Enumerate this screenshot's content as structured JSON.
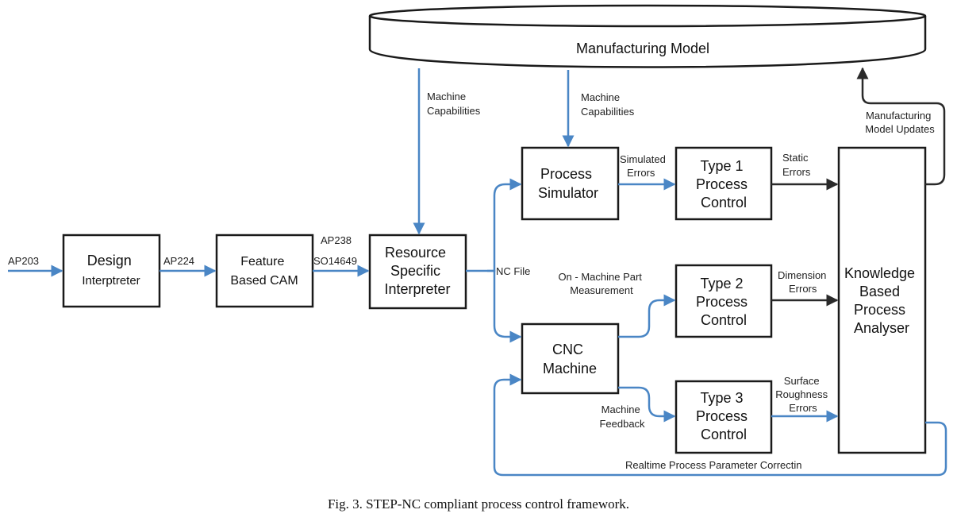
{
  "figure": {
    "caption": "Fig. 3.  STEP-NC compliant process control framework."
  },
  "nodes": {
    "manufacturing_model": {
      "lines": [
        "Manufacturing Model"
      ]
    },
    "design_interpreter": {
      "lines": [
        "Design",
        "Interptreter"
      ]
    },
    "feature_cam": {
      "lines": [
        "Feature",
        "Based CAM"
      ]
    },
    "resource_interpreter": {
      "lines": [
        "Resource",
        "Specific",
        "Interpreter"
      ]
    },
    "process_simulator": {
      "lines": [
        "Process",
        "Simulator"
      ]
    },
    "cnc_machine": {
      "lines": [
        "CNC",
        "Machine"
      ]
    },
    "type1": {
      "lines": [
        "Type 1",
        "Process",
        "Control"
      ]
    },
    "type2": {
      "lines": [
        "Type 2",
        "Process",
        "Control"
      ]
    },
    "type3": {
      "lines": [
        "Type 3",
        "Process",
        "Control"
      ]
    },
    "analyser": {
      "lines": [
        "Knowledge",
        "Based",
        "Process",
        "Analyser"
      ]
    }
  },
  "edge_labels": {
    "ap203": [
      "AP203"
    ],
    "ap224": [
      "AP224"
    ],
    "ap238": [
      "AP238",
      "SO14649"
    ],
    "machine_capabilities_1": [
      "Machine",
      "Capabilities"
    ],
    "machine_capabilities_2": [
      "Machine",
      "Capabilities"
    ],
    "nc_file": [
      "NC File"
    ],
    "simulated_errors": [
      "Simulated",
      "Errors"
    ],
    "static_errors": [
      "Static",
      "Errors"
    ],
    "on_machine": [
      "On - Machine Part",
      "Measurement"
    ],
    "dimension_errors": [
      "Dimension",
      "Errors"
    ],
    "machine_feedback": [
      "Machine",
      "Feedback"
    ],
    "surface_errors": [
      "Surface",
      "Roughness",
      "Errors"
    ],
    "model_updates": [
      "Manufacturing",
      "Model Updates"
    ],
    "realtime": [
      "Realtime Process Parameter Correctin"
    ]
  },
  "colors": {
    "flow_blue": "#4a86c5",
    "flow_dark": "#2a2a2a",
    "box_stroke": "#1a1a1a"
  }
}
